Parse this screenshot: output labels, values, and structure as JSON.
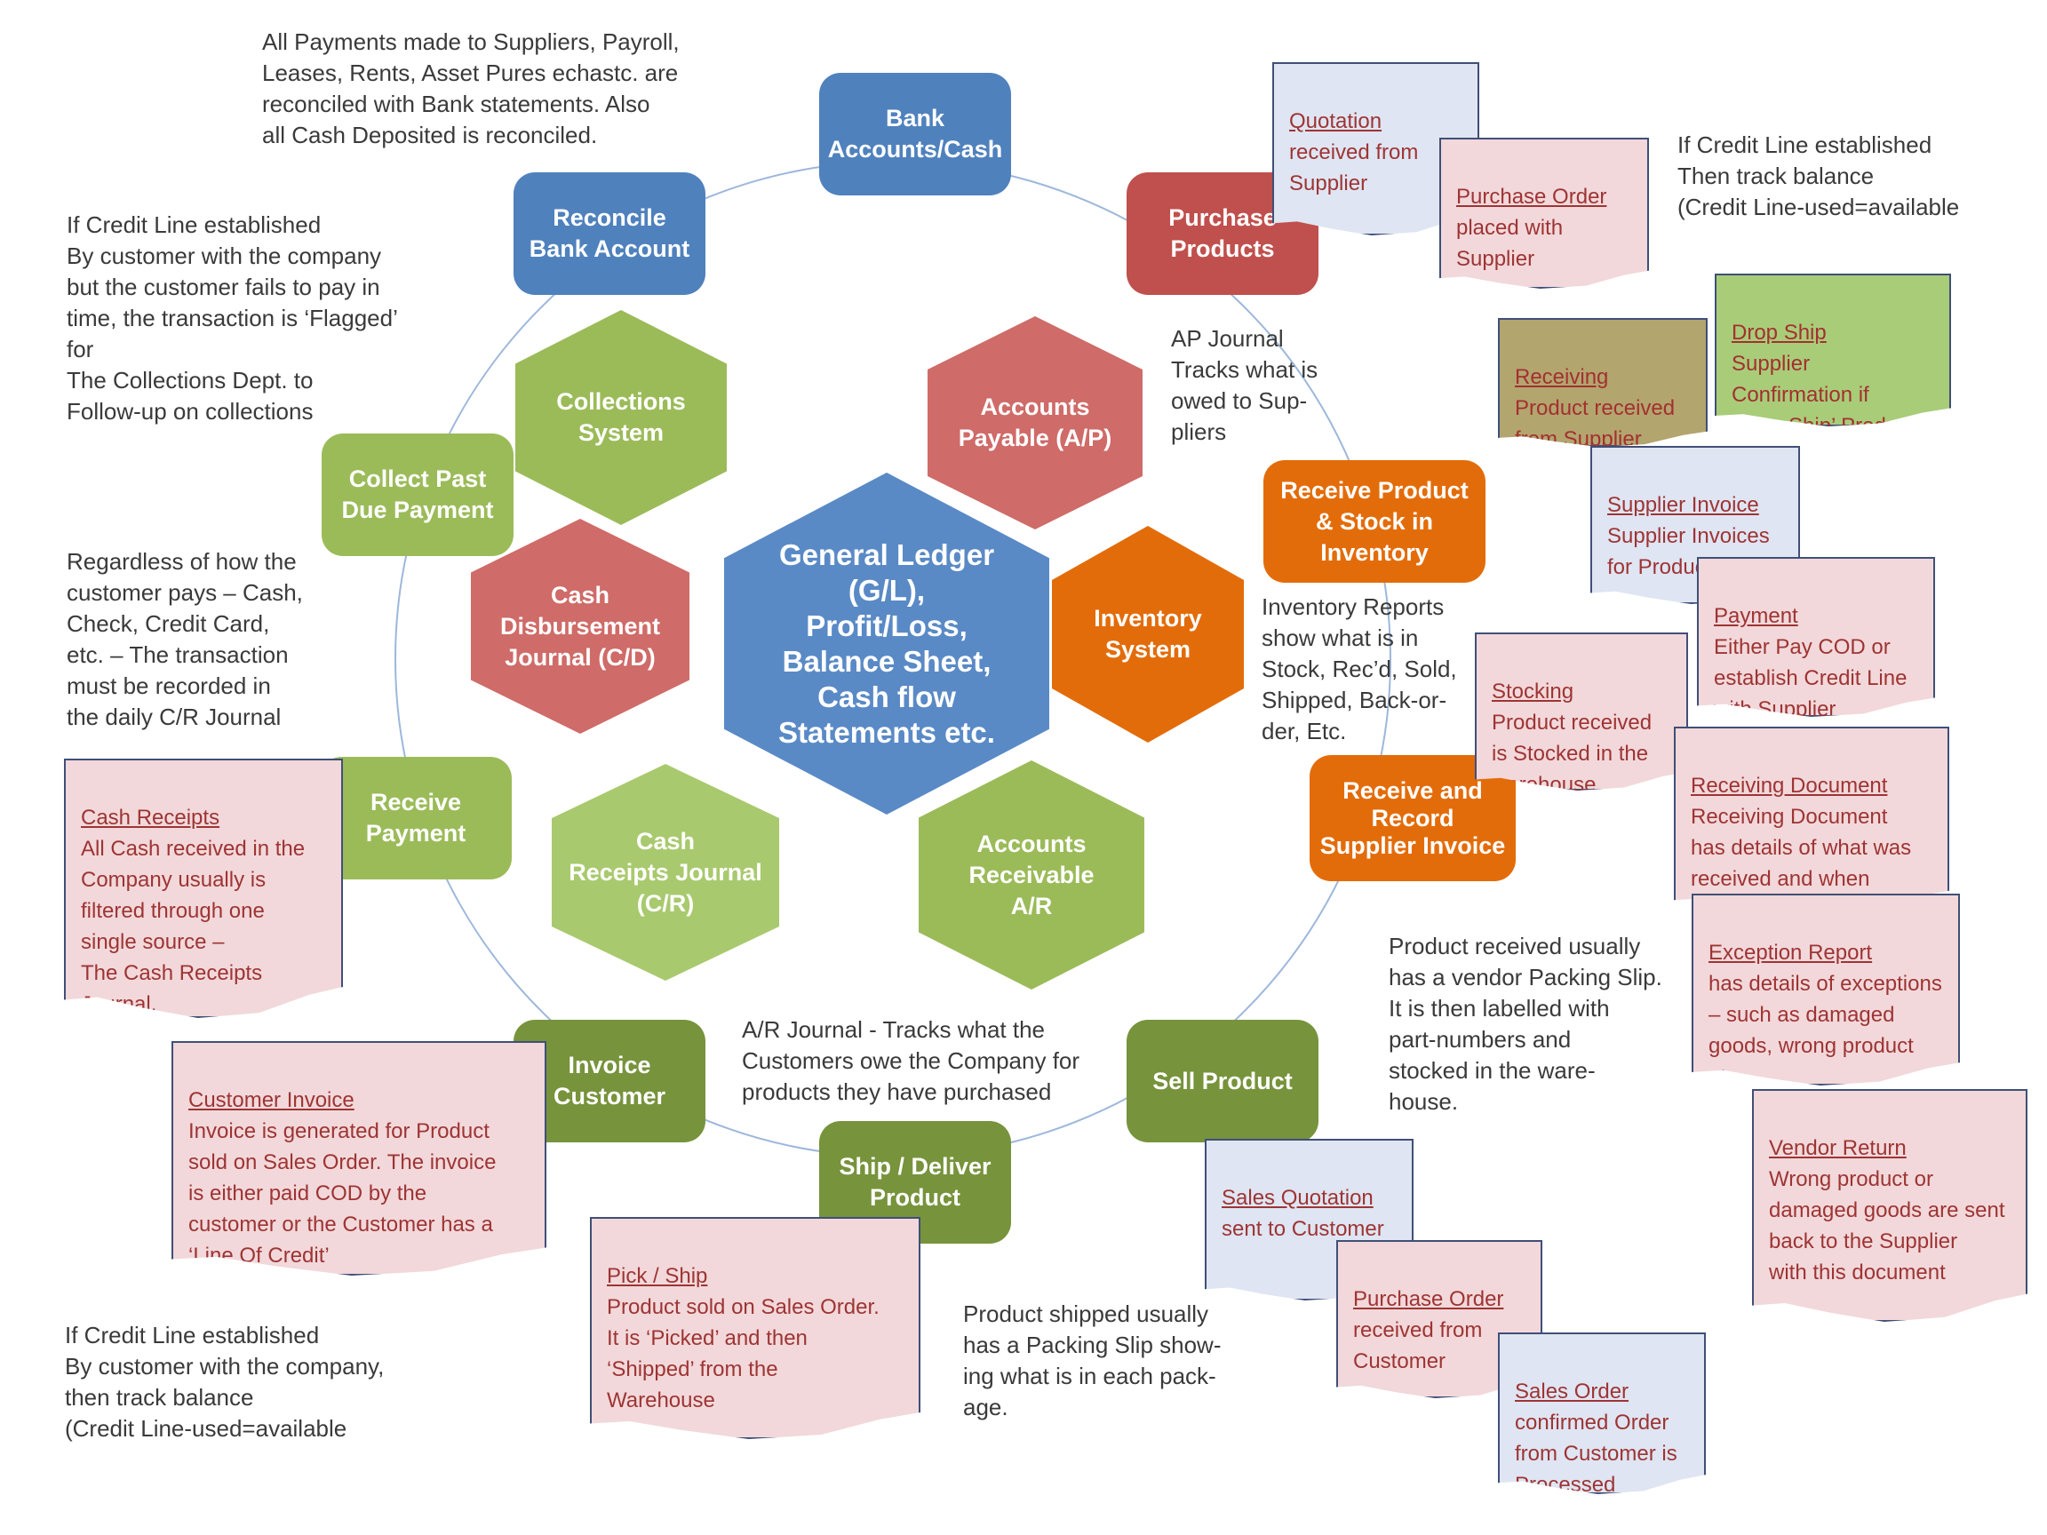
{
  "colors": {
    "bank_blue": "#4f81bd",
    "purchase_red": "#c0504d",
    "inventory_orange": "#e36c0a",
    "sales_green": "#77933c",
    "light_green": "#9bbb59",
    "ring": "#9db7dc",
    "doc_pink": "#f2d8da",
    "doc_blue": "#dfe5f2",
    "doc_text": "#9e3434"
  },
  "center": {
    "label": "General Ledger\n(G/L),\nProfit/Loss,\nBalance Sheet,\nCash flow\nStatements etc."
  },
  "hexes": {
    "ap": "Accounts\nPayable (A/P)",
    "inventory": "Inventory\nSystem",
    "ar": "Accounts\nReceivable\nA/R",
    "cr": "Cash\nReceipts Journal\n(C/R)",
    "cd": "Cash\nDisbursement\nJournal (C/D)",
    "collections": "Collections\nSystem"
  },
  "steps": {
    "bank": "Bank\nAccounts/Cash",
    "purchase": "Purchase\nProducts",
    "receive_stock": "Receive Product\n& Stock in\nInventory",
    "supplier_invoice": "Receive and\nRecord\nSupplier Invoice",
    "sell": "Sell Product",
    "ship": "Ship / Deliver\nProduct",
    "invoice": "Invoice\nCustomer",
    "receive_payment": "Receive\nPayment",
    "collect": "Collect Past\nDue  Payment",
    "reconcile": "Reconcile\nBank Account"
  },
  "notes": {
    "reconcile": "All Payments made to Suppliers, Payroll,\nLeases, Rents, Asset Pures echastc. are\nreconciled with Bank statements. Also\nall Cash Deposited is reconciled.",
    "collections": "If Credit Line established\nBy customer with the company\nbut the customer fails to pay in\ntime, the transaction is ‘Flagged’\nfor\nThe Collections Dept. to\nFollow-up on collections",
    "payment": "Regardless of how the\ncustomer pays – Cash,\nCheck, Credit Card,\netc. – The  transaction\nmust be recorded in\nthe daily C/R Journal",
    "credit_customer": "If Credit Line established\nBy customer with the company,\nthen track balance\n(Credit Line-used=available",
    "ap": "AP Journal\nTracks what is\nowed to Sup-\npliers",
    "credit_supplier": "If Credit Line established\nThen track balance\n(Credit Line-used=available",
    "inventory": "Inventory Reports\nshow what is in\nStock, Rec’d, Sold,\nShipped, Back-or-\nder, Etc.",
    "packing_in": "Product received usually\nhas a vendor Packing Slip.\nIt is then  labelled with\npart-numbers and\nstocked in the ware-\nhouse.",
    "ar": "A/R Journal - Tracks what the\nCustomers owe the Company for\nproducts they have purchased",
    "packing_out": "Product shipped usually\nhas a Packing Slip show-\ning what is in each pack-\nage."
  },
  "docs": {
    "quotation": {
      "title": "Quotation ",
      "body": "received from\nSupplier"
    },
    "purchase_order": {
      "title": "Purchase Order ",
      "body": "placed with\nSupplier"
    },
    "receiving": {
      "title": "Receiving ",
      "body": "Product received\nfrom Supplier"
    },
    "drop_ship": {
      "title": "Drop Ship",
      "body": "Supplier\nConfirmation if\n‘Drop Ship’ Product"
    },
    "supplier_invoice": {
      "title": "Supplier Invoice",
      "body": "Supplier Invoices\nfor Product sent"
    },
    "payment": {
      "title": "Payment",
      "body": "Either Pay COD or\nestablish Credit Line\nwith Supplier"
    },
    "stocking": {
      "title": "Stocking",
      "body": "Product received\nis  Stocked in the\nwarehouse"
    },
    "receiving_doc": {
      "title": "Receiving Document",
      "body": "Receiving Document\nhas details of what was\nreceived and when\nreceived."
    },
    "exception": {
      "title": "Exception Report",
      "body": "has details of  exceptions\n– such as damaged\ngoods, wrong product\netc."
    },
    "vendor_return": {
      "title": "Vendor Return",
      "body": "Wrong product or\ndamaged goods are sent\nback to the Supplier\nwith this document"
    },
    "sales_quotation": {
      "title": "Sales Quotation ",
      "body": "sent to Customer"
    },
    "po_customer": {
      "title": "Purchase Order ",
      "body": "received from\nCustomer"
    },
    "sales_order": {
      "title": "Sales Order ",
      "body": "confirmed Order\nfrom Customer is\nProcessed"
    },
    "pick_ship": {
      "title": "Pick / Ship",
      "body": "Product sold on  Sales Order.\nIt is ‘Picked’ and then\n‘Shipped’ from the\nWarehouse"
    },
    "customer_invoice": {
      "title": "Customer Invoice",
      "body": "Invoice is generated for Product\nsold on  Sales Order. The invoice\nis either paid COD by the\ncustomer or the Customer has a\n‘Line Of Credit’"
    },
    "cash_receipts": {
      "title": "Cash Receipts",
      "body": "All Cash received in the\nCompany usually is\nfiltered through one\nsingle source –\nThe Cash Receipts\nJournal."
    }
  }
}
